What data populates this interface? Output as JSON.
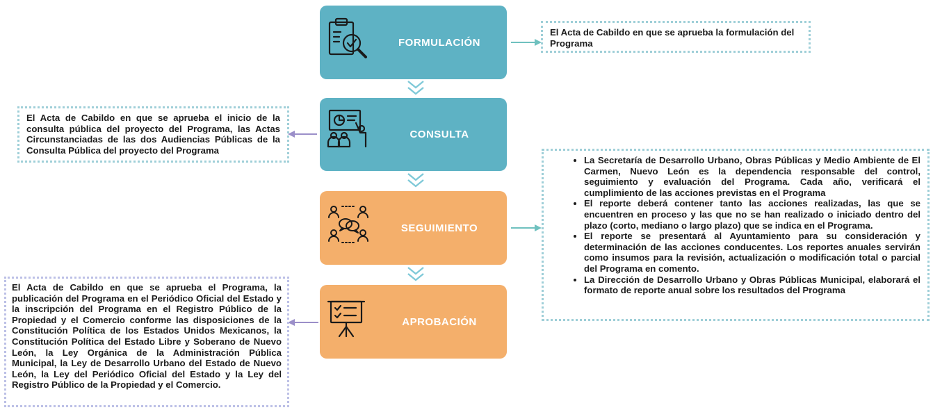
{
  "colors": {
    "teal": "#5eb2c4",
    "orange": "#f4af6b",
    "arrow_right": "#6fc1bf",
    "arrow_left": "#9b8fc9",
    "chevron": "#7fc9d8"
  },
  "stages": [
    {
      "label": "FORMULACIÓN",
      "icon": "clipboard-check-icon"
    },
    {
      "label": "CONSULTA",
      "icon": "presentation-audience-icon"
    },
    {
      "label": "SEGUIMIENTO",
      "icon": "discussion-group-icon"
    },
    {
      "label": "APROBACIÓN",
      "icon": "board-checklist-icon"
    }
  ],
  "notes": {
    "formulacion": "El Acta de Cabildo en que se aprueba la formulación del Programa",
    "consulta": "El Acta de Cabildo en que se aprueba el inicio de la consulta pública del proyecto del Programa, las Actas Circunstanciadas de las dos Audiencias Públicas de la Consulta Pública del proyecto del Programa",
    "seguimiento": [
      "La Secretaría de Desarrollo Urbano, Obras Públicas y Medio Ambiente de El Carmen, Nuevo León es la dependencia responsable del control, seguimiento y evaluación del Programa. Cada año, verificará el cumplimiento de las acciones previstas en el Programa",
      "El reporte deberá contener tanto las acciones realizadas, las que se encuentren en proceso y las que no se han realizado o iniciado dentro del plazo (corto, mediano o largo plazo) que se indica en el Programa.",
      "El reporte se presentará al Ayuntamiento para su consideración y determinación de las acciones conducentes. Los reportes anuales servirán como insumos para la revisión, actualización o modificación total o parcial del Programa en comento.",
      "La Dirección de Desarrollo Urbano y Obras Públicas Municipal, elaborará el formato de reporte anual sobre los resultados del Programa"
    ],
    "aprobacion": "El Acta de Cabildo en que se aprueba el Programa, la publicación del Programa en el Periódico Oficial del Estado y la inscripción del Programa en el Registro Público de la Propiedad y el Comercio conforme las disposiciones de la Constitución Política de los Estados Unidos Mexicanos, la Constitución Política del Estado Libre y Soberano de Nuevo León, la Ley Orgánica de la Administración Pública Municipal, la Ley de Desarrollo Urbano del Estado de Nuevo León, la Ley del Periódico Oficial del Estado y la Ley del Registro Público de la Propiedad y el Comercio."
  }
}
